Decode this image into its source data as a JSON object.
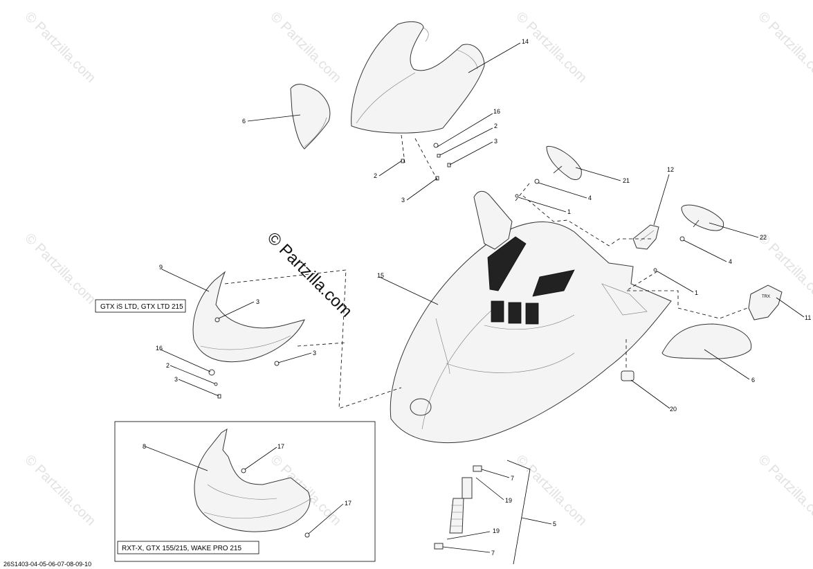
{
  "diagram": {
    "watermark": "© Partzilla.com",
    "document_id": "26S1403-04-05-06-07-08-09-10",
    "variant_labels": {
      "gtx_ltd": "GTX iS LTD, GTX LTD 215",
      "rxt_gtx_wake": "RXT-X, GTX 155/215, WAKE PRO 215"
    },
    "callouts": {
      "c14": "14",
      "c6a": "6",
      "c16a": "16",
      "c2a": "2",
      "c3a": "3",
      "c2b": "2",
      "c3b": "3",
      "c21": "21",
      "c4a": "4",
      "c1a": "1",
      "c12": "12",
      "c22": "22",
      "c4b": "4",
      "c1b": "1",
      "c15": "15",
      "c11": "11",
      "c6b": "6",
      "c20": "20",
      "c9": "9",
      "c3c": "3",
      "c3d": "3",
      "c16b": "16",
      "c2c": "2",
      "c3e": "3",
      "c8": "8",
      "c17a": "17",
      "c17b": "17",
      "c7a": "7",
      "c19a": "19",
      "c5": "5",
      "c19b": "19",
      "c7b": "7"
    }
  }
}
